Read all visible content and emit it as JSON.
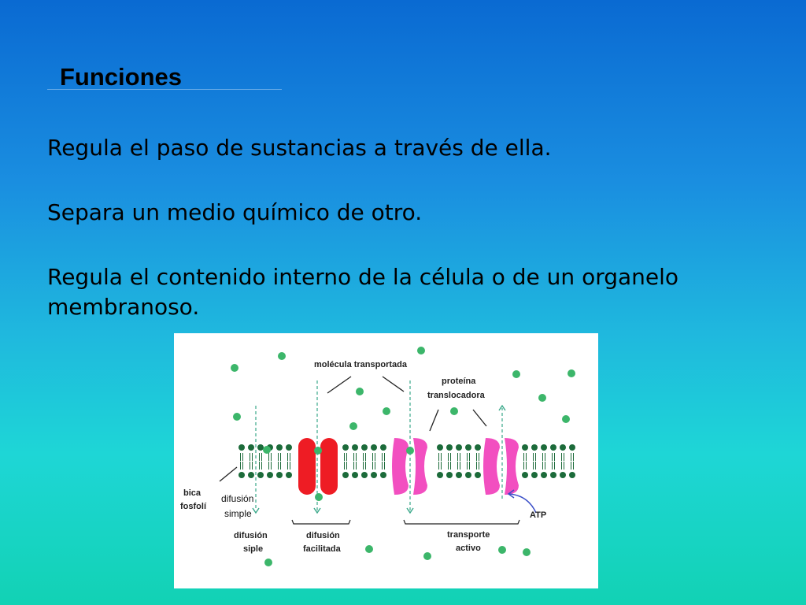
{
  "title": "Funciones",
  "paragraphs": [
    "Regula el paso de sustancias a través de ella.",
    "Separa un medio químico de otro.",
    "Regula el contenido interno de la célula o de un organelo",
    "membranoso."
  ],
  "diagram": {
    "labels": {
      "molecula": "molécula transportada",
      "proteina_1": "proteína",
      "proteina_2": "translocadora",
      "bicapa_1": "bica",
      "bicapa_2": "fosfolí",
      "difusion_simple_1": "difusión",
      "difusion_simple_2": "simple",
      "atp": "ATP",
      "difusion_siple_1": "difusión",
      "difusion_siple_2": "siple",
      "difusion_facilitada_1": "difusión",
      "difusion_facilitada_2": "facilitada",
      "transporte_activo_1": "transporte",
      "transporte_activo_2": "activo"
    },
    "colors": {
      "lipid": "#1c6b3a",
      "molecule": "#3cb66a",
      "channel": "#ee1c24",
      "carrier": "#f24fc0",
      "arrow": "#3aa88a",
      "atp_arrow": "#3b4fc8"
    }
  }
}
